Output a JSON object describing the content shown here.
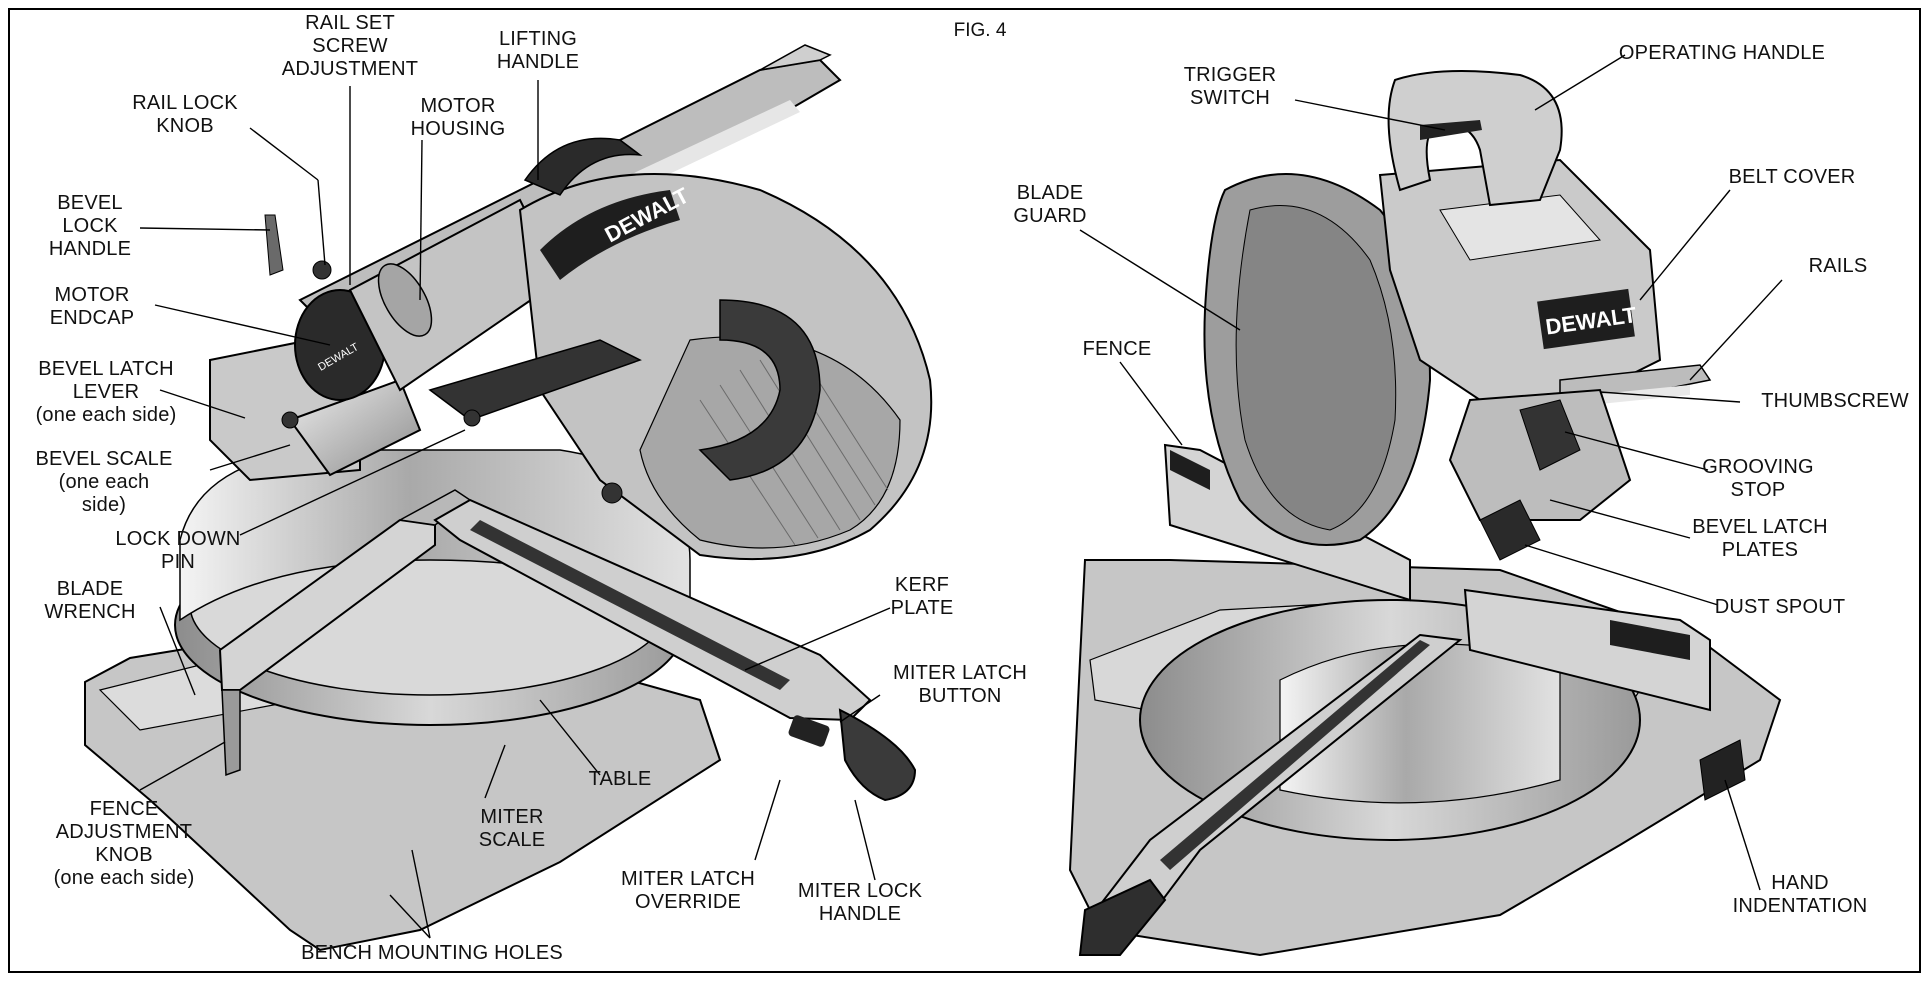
{
  "figure_label": "FIG. 4",
  "left_view": {
    "labels": {
      "rail_set_screw": [
        "RAIL SET",
        "SCREW",
        "ADJUSTMENT"
      ],
      "lifting_handle": [
        "LIFTING",
        "HANDLE"
      ],
      "rail_lock_knob": [
        "RAIL LOCK",
        "KNOB"
      ],
      "motor_housing": [
        "MOTOR",
        "HOUSING"
      ],
      "bevel_lock_handle": [
        "BEVEL",
        "LOCK",
        "HANDLE"
      ],
      "motor_endcap": [
        "MOTOR",
        "ENDCAP"
      ],
      "bevel_latch_lever": [
        "BEVEL LATCH",
        "LEVER",
        "(one each side)"
      ],
      "bevel_scale": [
        "BEVEL SCALE",
        "(one each",
        "side)"
      ],
      "lock_down_pin": [
        "LOCK DOWN",
        "PIN"
      ],
      "blade_wrench": [
        "BLADE",
        "WRENCH"
      ],
      "kerf_plate": [
        "KERF",
        "PLATE"
      ],
      "miter_latch_button": [
        "MITER LATCH",
        "BUTTON"
      ],
      "table": [
        "TABLE"
      ],
      "fence_adjustment_knob": [
        "FENCE",
        "ADJUSTMENT",
        "KNOB",
        "(one each side)"
      ],
      "miter_scale": [
        "MITER",
        "SCALE"
      ],
      "miter_latch_override": [
        "MITER LATCH",
        "OVERRIDE"
      ],
      "miter_lock_handle": [
        "MITER LOCK",
        "HANDLE"
      ],
      "bench_mounting_holes": [
        "BENCH MOUNTING HOLES"
      ]
    },
    "brand": "DEWALT"
  },
  "right_view": {
    "labels": {
      "trigger_switch": [
        "TRIGGER",
        "SWITCH"
      ],
      "operating_handle": [
        "OPERATING HANDLE"
      ],
      "blade_guard": [
        "BLADE",
        "GUARD"
      ],
      "belt_cover": [
        "BELT COVER"
      ],
      "rails": [
        "RAILS"
      ],
      "fence": [
        "FENCE"
      ],
      "thumbscrew": [
        "THUMBSCREW"
      ],
      "grooving_stop": [
        "GROOVING",
        "STOP"
      ],
      "bevel_latch_plates": [
        "BEVEL LATCH",
        "PLATES"
      ],
      "dust_spout": [
        "DUST SPOUT"
      ],
      "hand_indentation": [
        "HAND",
        "INDENTATION"
      ]
    },
    "brand": "DEWALT"
  },
  "colors": {
    "body": "#c9c9c9",
    "light": "#e4e4e4",
    "mid": "#a9a9a9",
    "dark": "#4a4a4a",
    "black": "#1a1a1a",
    "line": "#000000"
  }
}
